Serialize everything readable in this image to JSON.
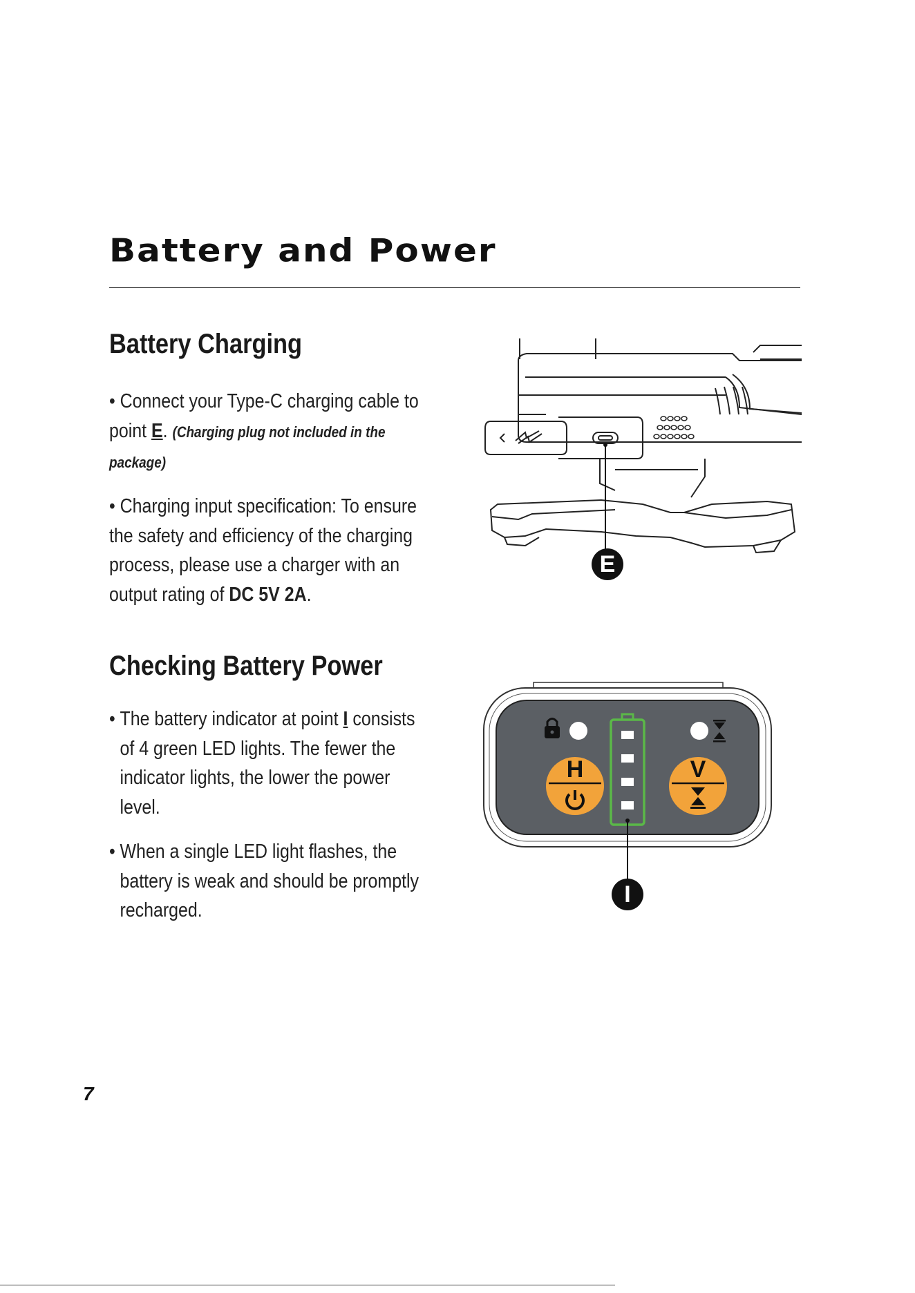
{
  "page": {
    "title": "Battery and Power",
    "page_number": "7"
  },
  "charging": {
    "heading": "Battery Charging",
    "p1_prefix": "Connect your Type-C charging cable to point ",
    "p1_point": "E",
    "p1_suffix": ". ",
    "p1_note": "(Charging plug not included in the package)",
    "p2_prefix": "Charging input specification: To ensure the safety and efficiency of the charging process, please use a charger with an output rating of ",
    "p2_spec": "DC 5V 2A",
    "p2_suffix": ".",
    "callout_label": "E"
  },
  "checking": {
    "heading": "Checking Battery Power",
    "p1_prefix": "The battery indicator at point ",
    "p1_point": "I",
    "p1_suffix": " consists of 4 green LED lights. The fewer the indicator lights, the lower the power level.",
    "p2": "When a single LED light flashes, the battery is weak and should be promptly recharged.",
    "callout_label": "I",
    "button_h": "H",
    "button_v": "V"
  },
  "icons": {
    "lock": "lock-icon",
    "laser_lines": "vertical-compress-icon",
    "power": "power-icon",
    "usb_c": "usb-c-port-icon"
  },
  "colors": {
    "panel_gray": "#5b5f64",
    "button_orange": "#f2a33a",
    "battery_green": "#5bb848"
  }
}
